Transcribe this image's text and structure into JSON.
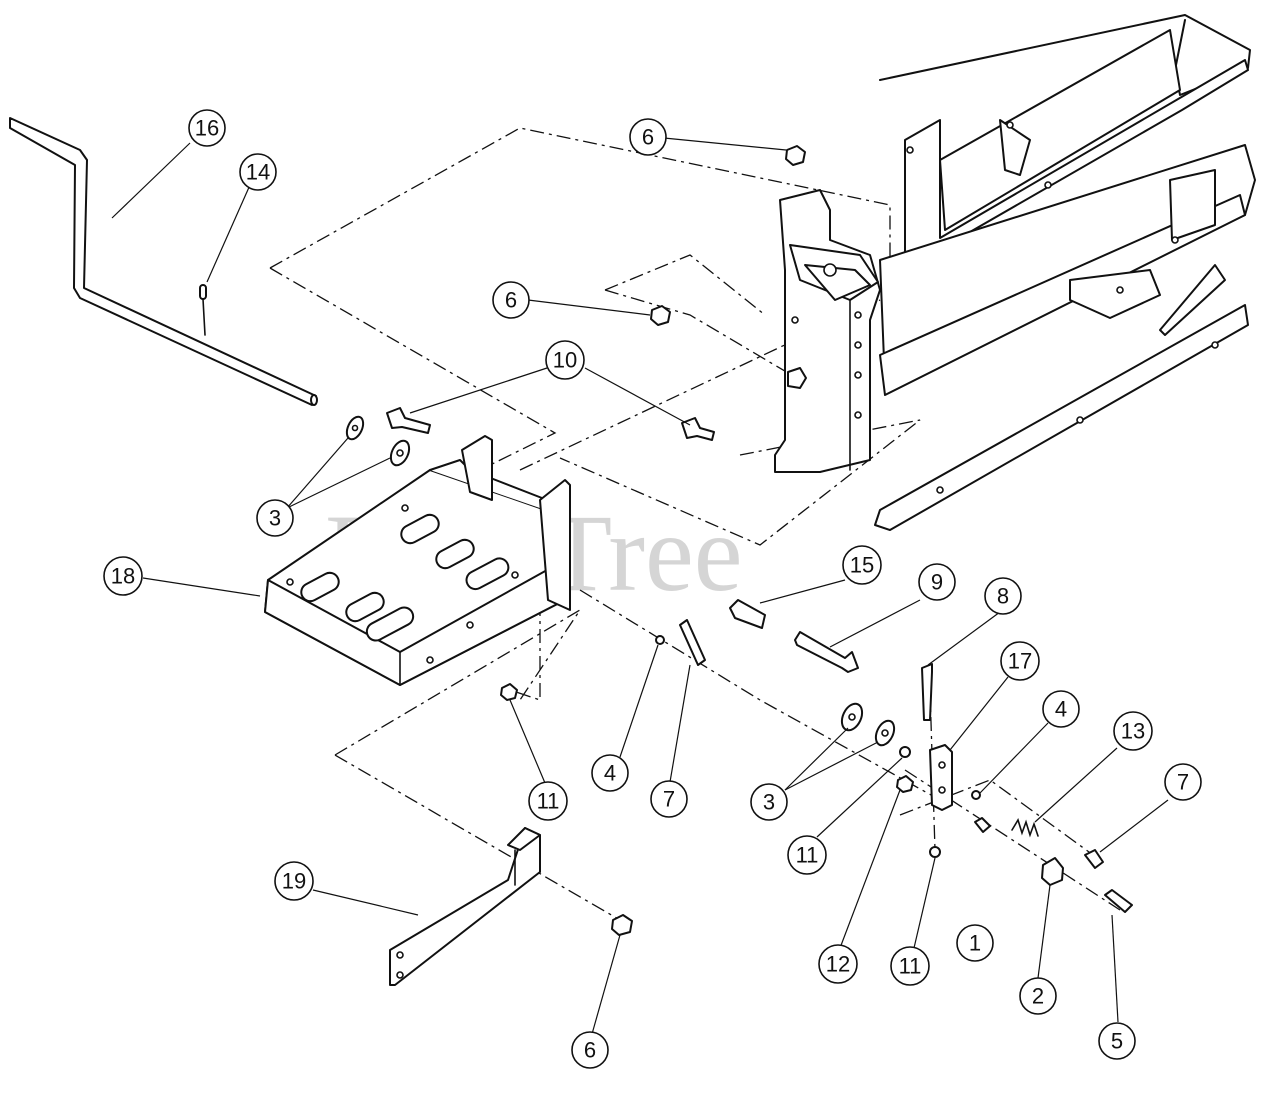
{
  "watermark": "PartsTree",
  "callouts": [
    {
      "label": "16"
    },
    {
      "label": "14"
    },
    {
      "label": "6"
    },
    {
      "label": "6"
    },
    {
      "label": "10"
    },
    {
      "label": "3"
    },
    {
      "label": "18"
    },
    {
      "label": "15"
    },
    {
      "label": "9"
    },
    {
      "label": "8"
    },
    {
      "label": "17"
    },
    {
      "label": "4"
    },
    {
      "label": "13"
    },
    {
      "label": "7"
    },
    {
      "label": "4"
    },
    {
      "label": "7"
    },
    {
      "label": "11"
    },
    {
      "label": "3"
    },
    {
      "label": "11"
    },
    {
      "label": "19"
    },
    {
      "label": "12"
    },
    {
      "label": "11"
    },
    {
      "label": "1"
    },
    {
      "label": "2"
    },
    {
      "label": "5"
    },
    {
      "label": "6"
    }
  ]
}
